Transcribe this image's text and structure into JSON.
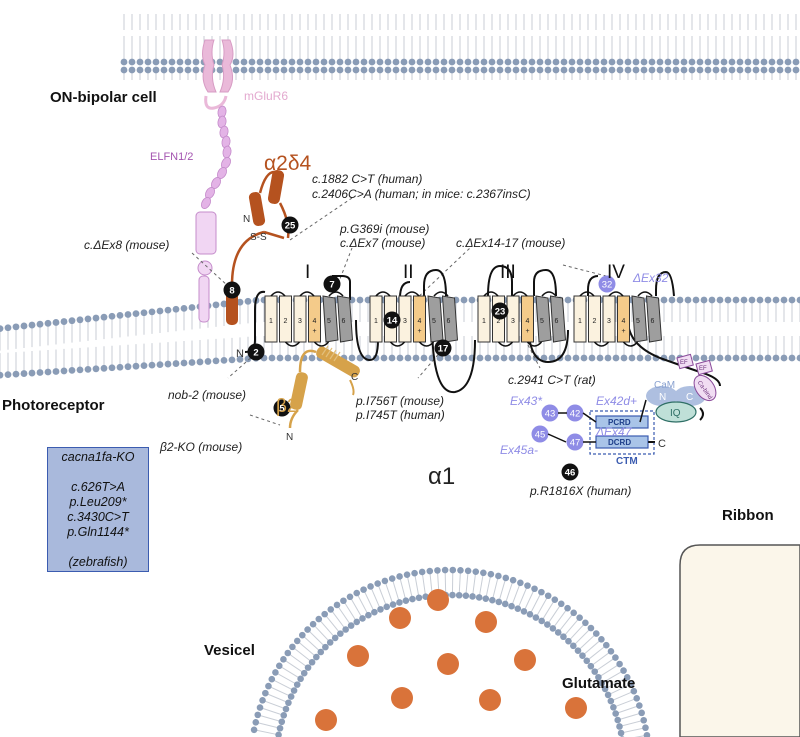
{
  "labels": {
    "on_bipolar": "ON-bipolar cell",
    "photoreceptor": "Photoreceptor",
    "mglur6": "mGluR6",
    "elfn": "ELFN1/2",
    "a2d4": "α2δ4",
    "beta2": "β2",
    "alpha1": "α1",
    "ribbon": "Ribbon",
    "vesicel": "Vesicel",
    "glutamate": "Glutamate",
    "ss": "S-S",
    "n": "N",
    "c": "C",
    "cam": "CaM",
    "iq": "IQ",
    "ef": "EF",
    "ca_bind": "Ca-bind",
    "pcrd": "PCRD",
    "dcrd": "DCRD",
    "ctm": "CTM",
    "domains": [
      "I",
      "II",
      "III",
      "IV"
    ],
    "segments": [
      "1",
      "2",
      "3",
      "4",
      "5",
      "6"
    ],
    "plus": "+"
  },
  "mutations": {
    "c1882": "c.1882 C>T (human)",
    "c2406": "c.2406C>A (human; in mice: c.2367insC)",
    "g369i": "p.G369i (mouse)",
    "dex7": "c.ΔEx7 (mouse)",
    "dex14": "c.ΔEx14-17 (mouse)",
    "dex8": "c.ΔEx8 (mouse)",
    "dex32": "ΔEx32",
    "nob2": "nob-2 (mouse)",
    "b2ko": "β2-KO (mouse)",
    "i756t": "p.I756T (mouse)",
    "i745t": "p.I745T (human)",
    "c2941": "c.2941 C>T (rat)",
    "ex43": "Ex43*",
    "ex42d": "Ex42d+",
    "dex47": "ΔEx47",
    "ex45a": "Ex45a-",
    "r1816x": "p.R1816X (human)"
  },
  "markers": {
    "black": [
      "25",
      "8",
      "7",
      "2",
      "5",
      "14",
      "17",
      "23",
      "46"
    ],
    "purple": [
      "32",
      "43",
      "42",
      "45",
      "47"
    ]
  },
  "ko_box": [
    "cacna1fa-KO",
    "c.626T>A",
    "p.Leu209*",
    "c.3430C>T",
    "p.Gln1144*",
    "(zebrafish)"
  ],
  "colors": {
    "alpha2delta4": "#b5521f",
    "beta2": "#d6a24a",
    "elfn": "#e3b3e6",
    "mglur6": "#eab9d9",
    "membrane_head": "#8a9cb6",
    "glutamate": "#d9733a",
    "ko_box": "#a9b9dc",
    "purple_marker": "#8f8ce6",
    "pale_segment": "#fbf2df",
    "s4_segment": "#f4cb8a",
    "gray_segment": "#9e9e9e"
  }
}
